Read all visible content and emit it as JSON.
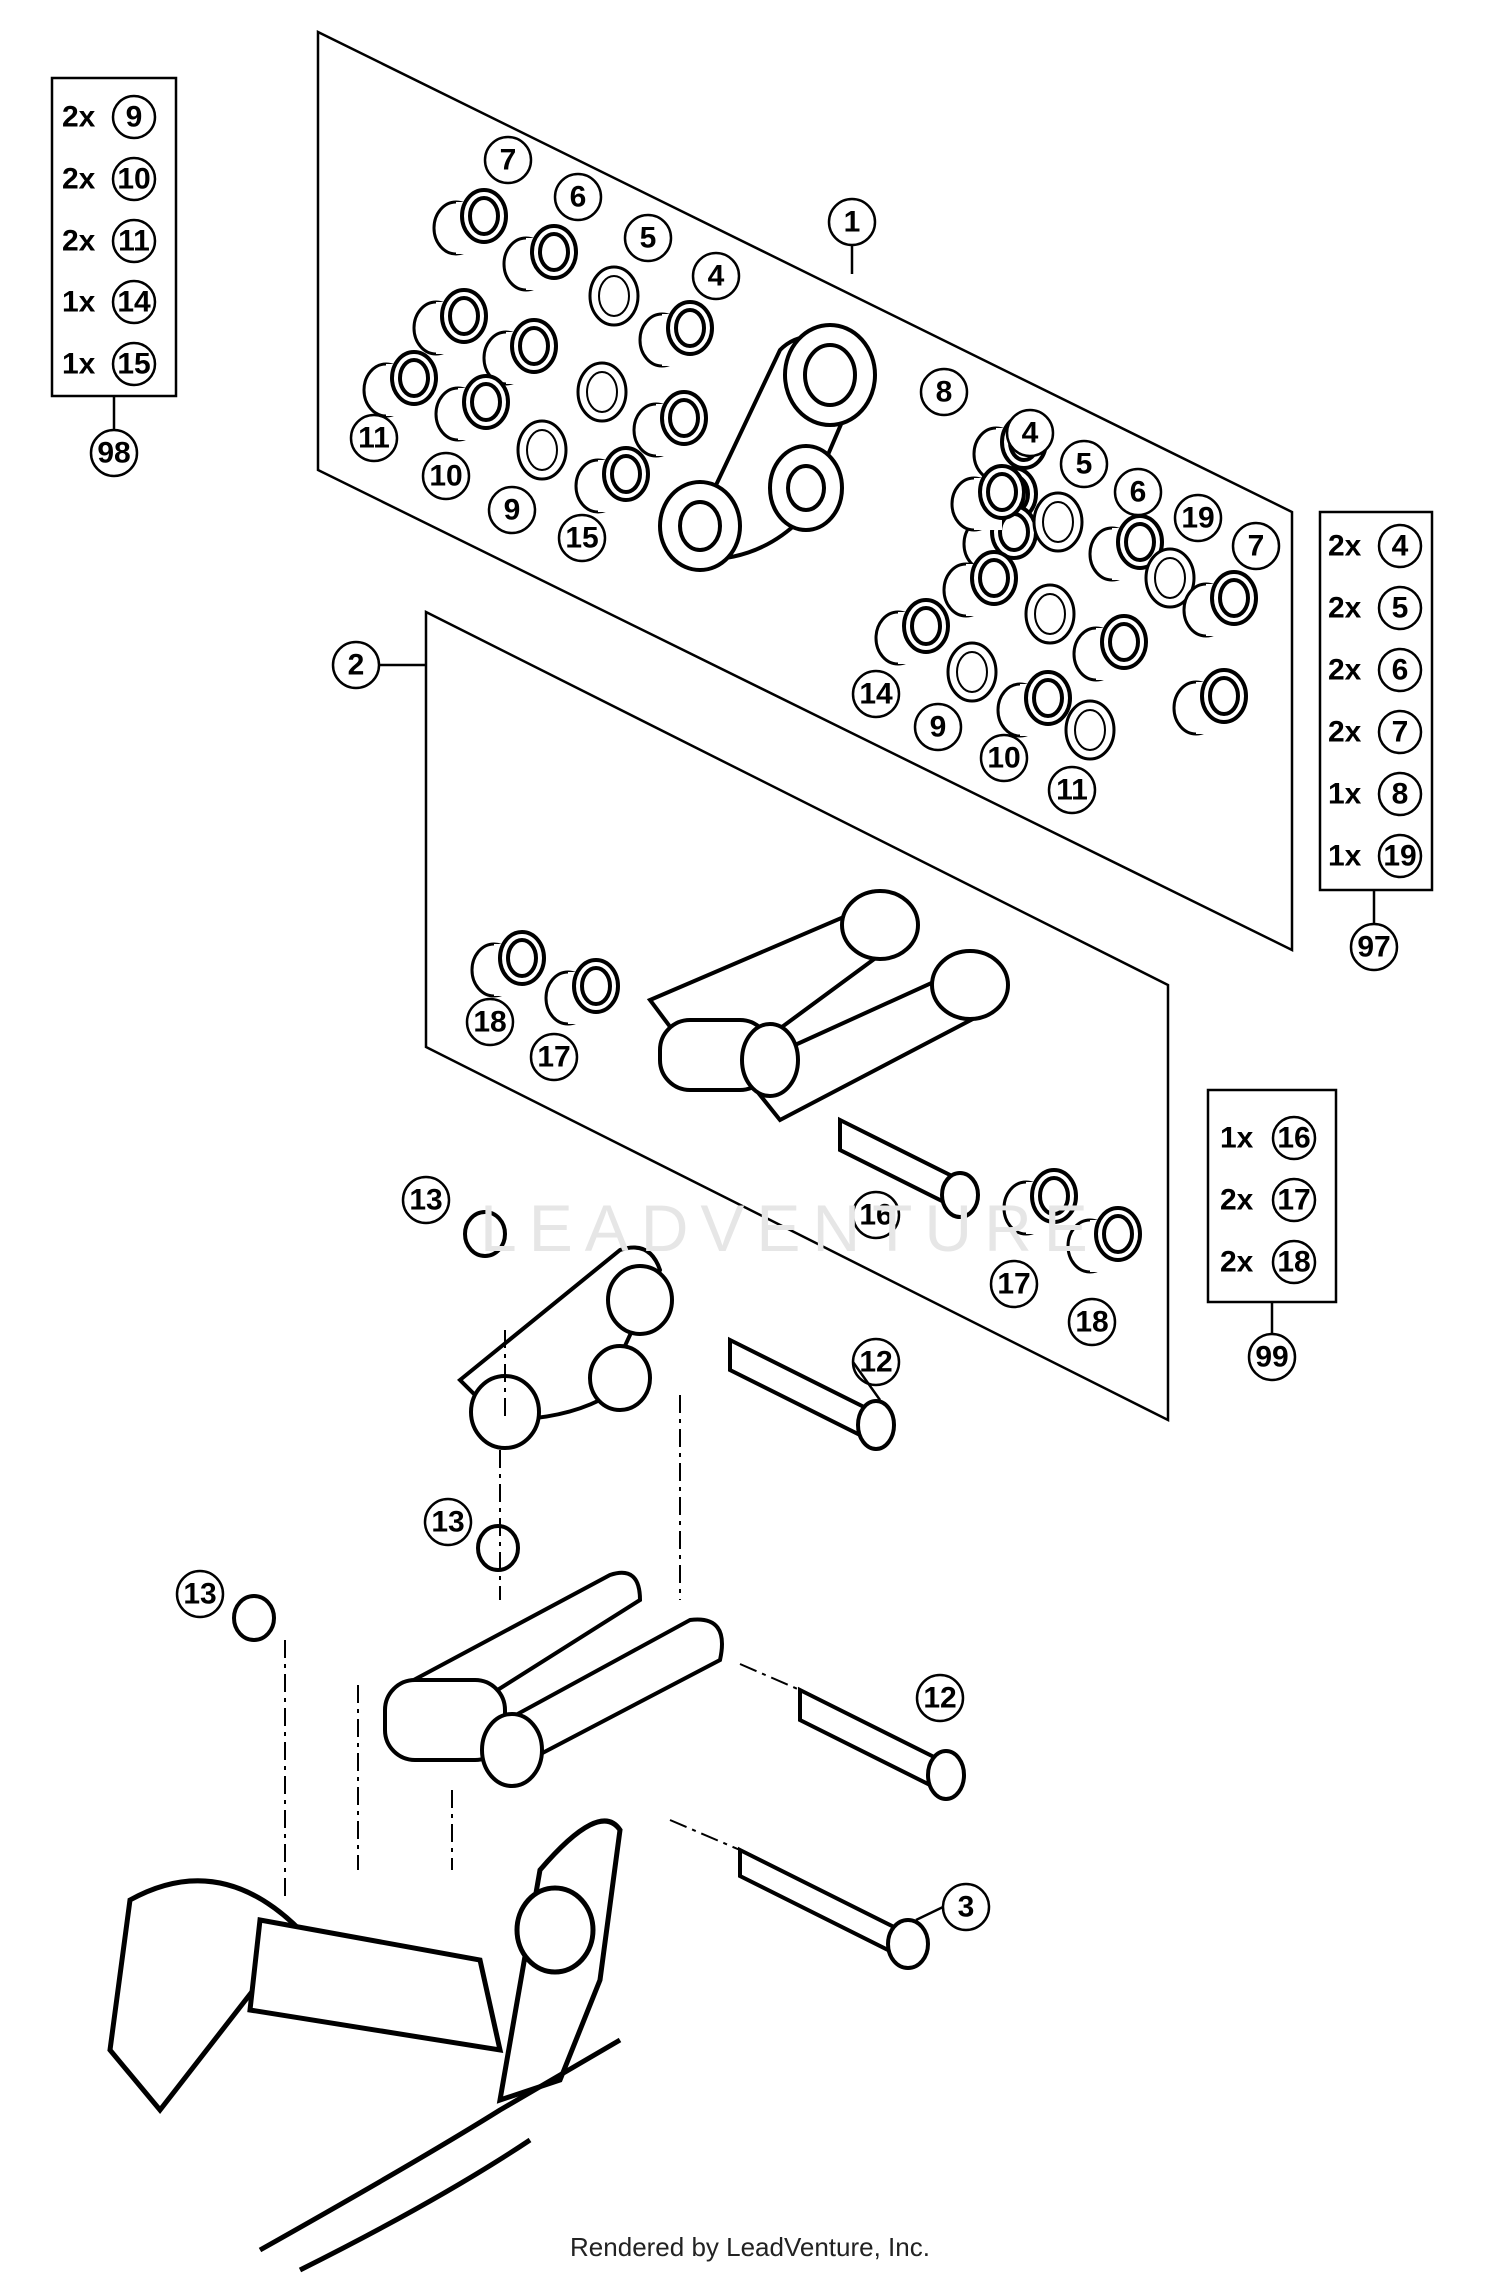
{
  "callouts": [
    "1",
    "2",
    "3",
    "4",
    "5",
    "6",
    "7",
    "8",
    "9",
    "10",
    "11",
    "12",
    "13",
    "14",
    "15",
    "16",
    "17",
    "18",
    "19"
  ],
  "kits": [
    {
      "label": "98",
      "items": [
        {
          "qty": "2x",
          "part": "9"
        },
        {
          "qty": "2x",
          "part": "10"
        },
        {
          "qty": "2x",
          "part": "11"
        },
        {
          "qty": "1x",
          "part": "14"
        },
        {
          "qty": "1x",
          "part": "15"
        }
      ]
    },
    {
      "label": "97",
      "items": [
        {
          "qty": "2x",
          "part": "4"
        },
        {
          "qty": "2x",
          "part": "5"
        },
        {
          "qty": "2x",
          "part": "6"
        },
        {
          "qty": "2x",
          "part": "7"
        },
        {
          "qty": "1x",
          "part": "8"
        },
        {
          "qty": "1x",
          "part": "19"
        }
      ]
    },
    {
      "label": "99",
      "items": [
        {
          "qty": "1x",
          "part": "16"
        },
        {
          "qty": "2x",
          "part": "17"
        },
        {
          "qty": "2x",
          "part": "18"
        }
      ]
    }
  ],
  "watermark": "LEADVENTURE",
  "footer": "Rendered by LeadVenture, Inc."
}
